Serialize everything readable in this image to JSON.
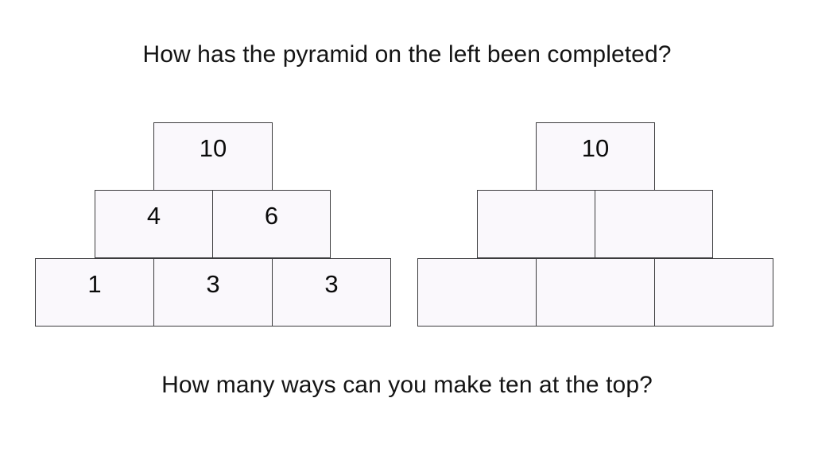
{
  "slide": {
    "background_color": "#ffffff",
    "prompt_top": "How has the pyramid on the left been completed?",
    "prompt_bottom": "How many ways can you make ten at the top?"
  },
  "style": {
    "cell_fill": "#faf8fc",
    "cell_border": "#3b3b3d",
    "text_color": "#111111"
  },
  "pyramids": [
    {
      "id": "left",
      "label": "completed-pyramid",
      "rows": [
        {
          "level": "top",
          "cells": [
            {
              "value": "10"
            }
          ]
        },
        {
          "level": "middle",
          "cells": [
            {
              "value": "4"
            },
            {
              "value": "6"
            }
          ]
        },
        {
          "level": "bottom",
          "cells": [
            {
              "value": "1"
            },
            {
              "value": "3"
            },
            {
              "value": "3"
            }
          ]
        }
      ]
    },
    {
      "id": "right",
      "label": "blank-pyramid",
      "rows": [
        {
          "level": "top",
          "cells": [
            {
              "value": "10"
            }
          ]
        },
        {
          "level": "middle",
          "cells": [
            {
              "value": ""
            },
            {
              "value": ""
            }
          ]
        },
        {
          "level": "bottom",
          "cells": [
            {
              "value": ""
            },
            {
              "value": ""
            },
            {
              "value": ""
            }
          ]
        }
      ]
    }
  ]
}
